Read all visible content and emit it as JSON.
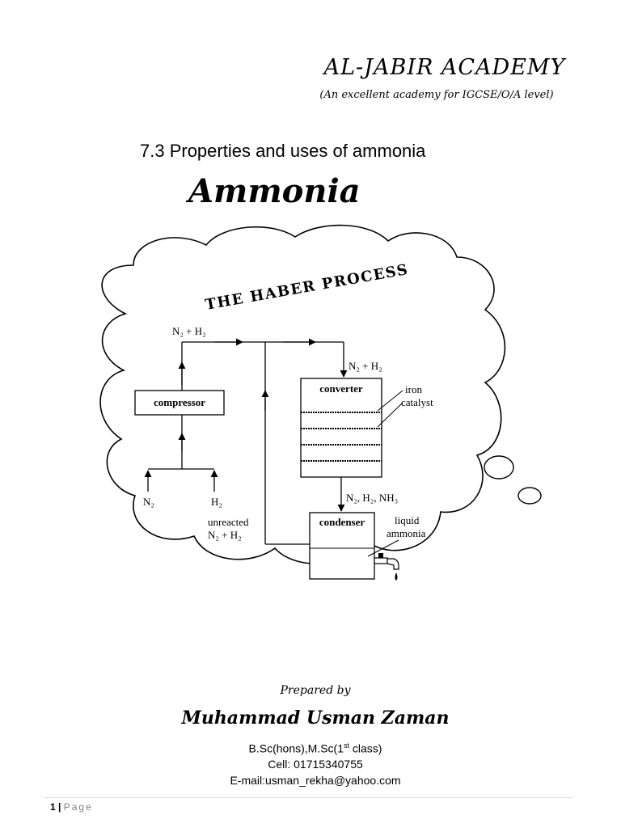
{
  "header": {
    "academy_name": "AL-JABIR ACADEMY",
    "academy_tagline": "(An excellent academy for IGCSE/O/A level)"
  },
  "section": {
    "title": "7.3 Properties and uses of ammonia"
  },
  "figure": {
    "heading": "Ammonia",
    "cloud_title": "THE HABER PROCESS",
    "labels": {
      "top_feed": "N₂ + H₂",
      "converter_feed": "N₂ + H₂",
      "compressor": "compressor",
      "converter": "converter",
      "catalyst_line1": "iron",
      "catalyst_line2": "catalyst",
      "input_n2": "N₂",
      "input_h2": "H₂",
      "converter_output": "N₂, H₂, NH₃",
      "condenser": "condenser",
      "unreacted_line1": "unreacted",
      "unreacted_line2": "N₂ + H₂",
      "liquid_line1": "liquid",
      "liquid_line2": "ammonia"
    }
  },
  "credits": {
    "prepared_by": "Prepared by",
    "author": "Muhammad Usman Zaman",
    "degree_prefix": "B.Sc(hons),M.Sc(1",
    "degree_sup": "st",
    "degree_suffix": " class)",
    "cell": "Cell: 01715340755",
    "email": "E-mail:usman_rekha@yahoo.com"
  },
  "footer": {
    "page_number": "1",
    "separator": " | ",
    "page_label": "Page"
  }
}
